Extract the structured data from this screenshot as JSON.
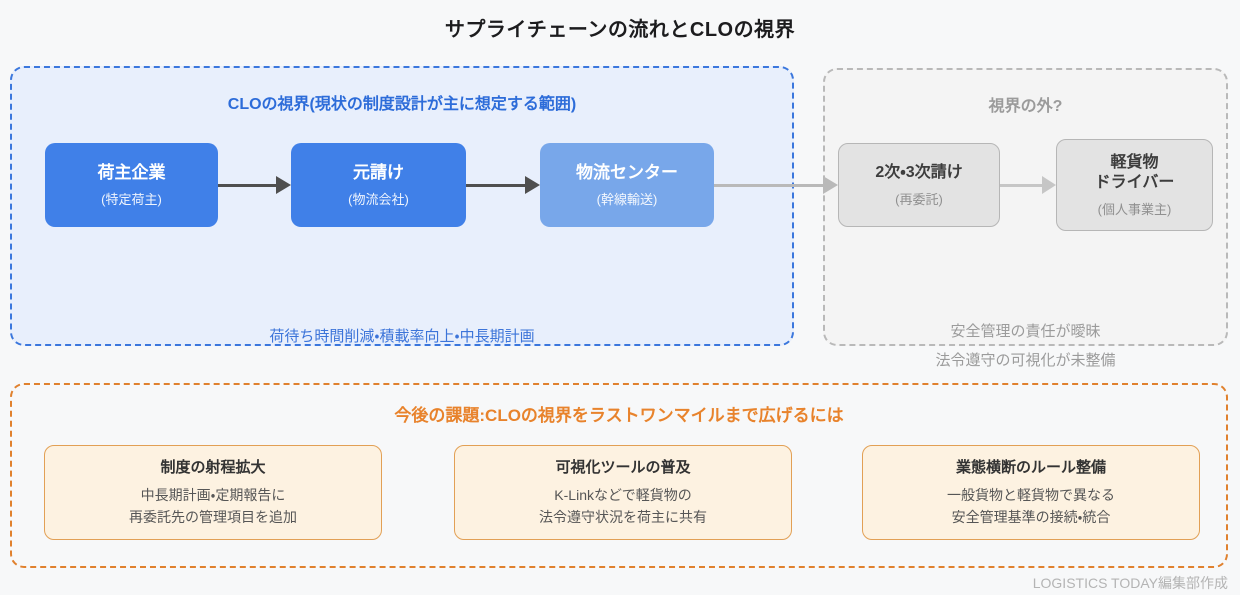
{
  "title": "サプライチェーンの流れとCLOの視界",
  "clo_zone": {
    "header": "CLOの視界(現状の制度設計が主に想定する範囲)",
    "nodes": [
      {
        "title": "荷主企業",
        "subtitle": "(特定荷主)"
      },
      {
        "title": "元請け",
        "subtitle": "(物流会社)"
      },
      {
        "title": "物流センター",
        "subtitle": "(幹線輸送)"
      }
    ],
    "note": "荷待ち時間削減・積載率向上・中長期計画"
  },
  "outside_zone": {
    "header": "視界の外?",
    "nodes": [
      {
        "title": "2次・3次請け",
        "subtitle": "(再委託)"
      },
      {
        "title_lines": [
          "軽貨物",
          "ドライバー"
        ],
        "subtitle": "(個人事業主)"
      }
    ],
    "notes": [
      "安全管理の責任が曖昧",
      "法令遵守の可視化が未整備"
    ]
  },
  "issues_zone": {
    "header": "今後の課題:CLOの視界をラストワンマイルまで広げるには",
    "cards": [
      {
        "title": "制度の射程拡大",
        "lines": [
          "中長期計画・定期報告に",
          "再委託先の管理項目を追加"
        ]
      },
      {
        "title": "可視化ツールの普及",
        "lines": [
          "K-Linkなどで軽貨物の",
          "法令遵守状況を荷主に共有"
        ]
      },
      {
        "title": "業態横断のルール整備",
        "lines": [
          "一般貨物と軽貨物で異なる",
          "安全管理基準の接続・統合"
        ]
      }
    ]
  },
  "credit": "LOGISTICS TODAY編集部作成",
  "colors": {
    "page_background": "#f7f8f9",
    "blue_zone_fill": "#e8effc",
    "blue_zone_border": "#3b77dd",
    "blue_header_text": "#2d6cd9",
    "blue_node": "#4080e8",
    "light_blue_node": "#78a7ea",
    "dark_arrow": "#4f4f4f",
    "gray_arrow": "#b9b9b9",
    "gray_zone_fill": "#f4f4f4",
    "gray_zone_border": "#b9b9b9",
    "gray_node": "#e3e3e3",
    "gray_text": "#9b9b9b",
    "orange_border": "#e0812e",
    "orange_header_text": "#e8832c",
    "card_fill": "#fdf2e1",
    "card_border": "#e2a055"
  }
}
